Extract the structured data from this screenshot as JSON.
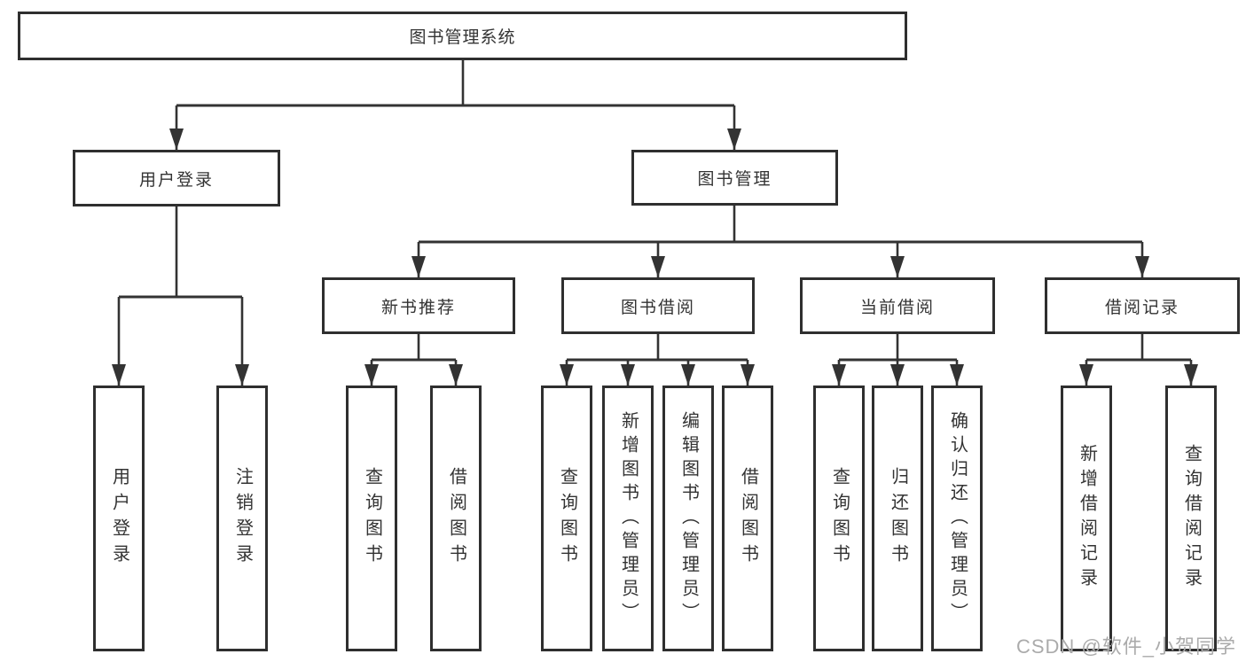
{
  "tree": {
    "root": {
      "label": "图书管理系统",
      "children": [
        {
          "label": "用户登录",
          "children": [
            {
              "label": "用户登录"
            },
            {
              "label": "注销登录"
            }
          ]
        },
        {
          "label": "图书管理",
          "children": [
            {
              "label": "新书推荐",
              "children": [
                {
                  "label": "查询图书"
                },
                {
                  "label": "借阅图书"
                }
              ]
            },
            {
              "label": "图书借阅",
              "children": [
                {
                  "label": "查询图书"
                },
                {
                  "label": "新增图书（管理员）"
                },
                {
                  "label": "编辑图书（管理员）"
                },
                {
                  "label": "借阅图书"
                }
              ]
            },
            {
              "label": "当前借阅",
              "children": [
                {
                  "label": "查询图书"
                },
                {
                  "label": "归还图书"
                },
                {
                  "label": "确认归还（管理员）"
                }
              ]
            },
            {
              "label": "借阅记录",
              "children": [
                {
                  "label": "新增借阅记录"
                },
                {
                  "label": "查询借阅记录"
                }
              ]
            }
          ]
        }
      ]
    }
  },
  "watermark": {
    "text": "CSDN @软件_小贺同学"
  },
  "colors": {
    "line": "#333333",
    "border": "#2f2f2f",
    "text": "#333333",
    "watermark": "#ababab",
    "background": "#ffffff"
  }
}
